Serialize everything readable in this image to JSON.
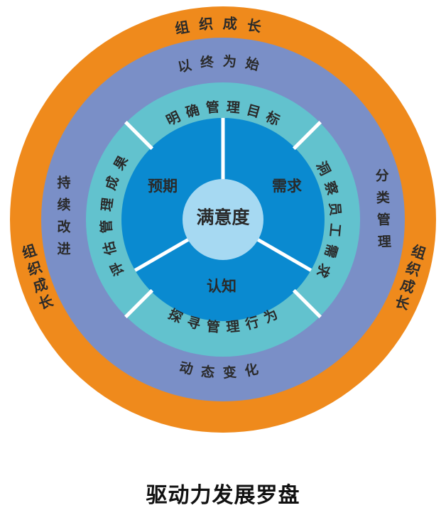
{
  "title": "驱动力发展罗盘",
  "colors": {
    "outer": "#EF8A1C",
    "middle": "#7A8FC7",
    "inner_ring": "#62C2CE",
    "core": "#0A8AD0",
    "center": "#A6D9F2",
    "divider": "#FFFFFF"
  },
  "center_label": "满意度",
  "core_labels": [
    "预期",
    "需求",
    "认知"
  ],
  "inner_ring_labels": [
    "明确管理目标",
    "洞察员工需求",
    "探寻管理行为",
    "评估管理成果"
  ],
  "middle_ring_labels": [
    "以终为始",
    "分类管理",
    "动态变化",
    "持续改进"
  ],
  "outer_ring_labels": [
    "组织成长",
    "组织成长",
    "组织成长"
  ]
}
